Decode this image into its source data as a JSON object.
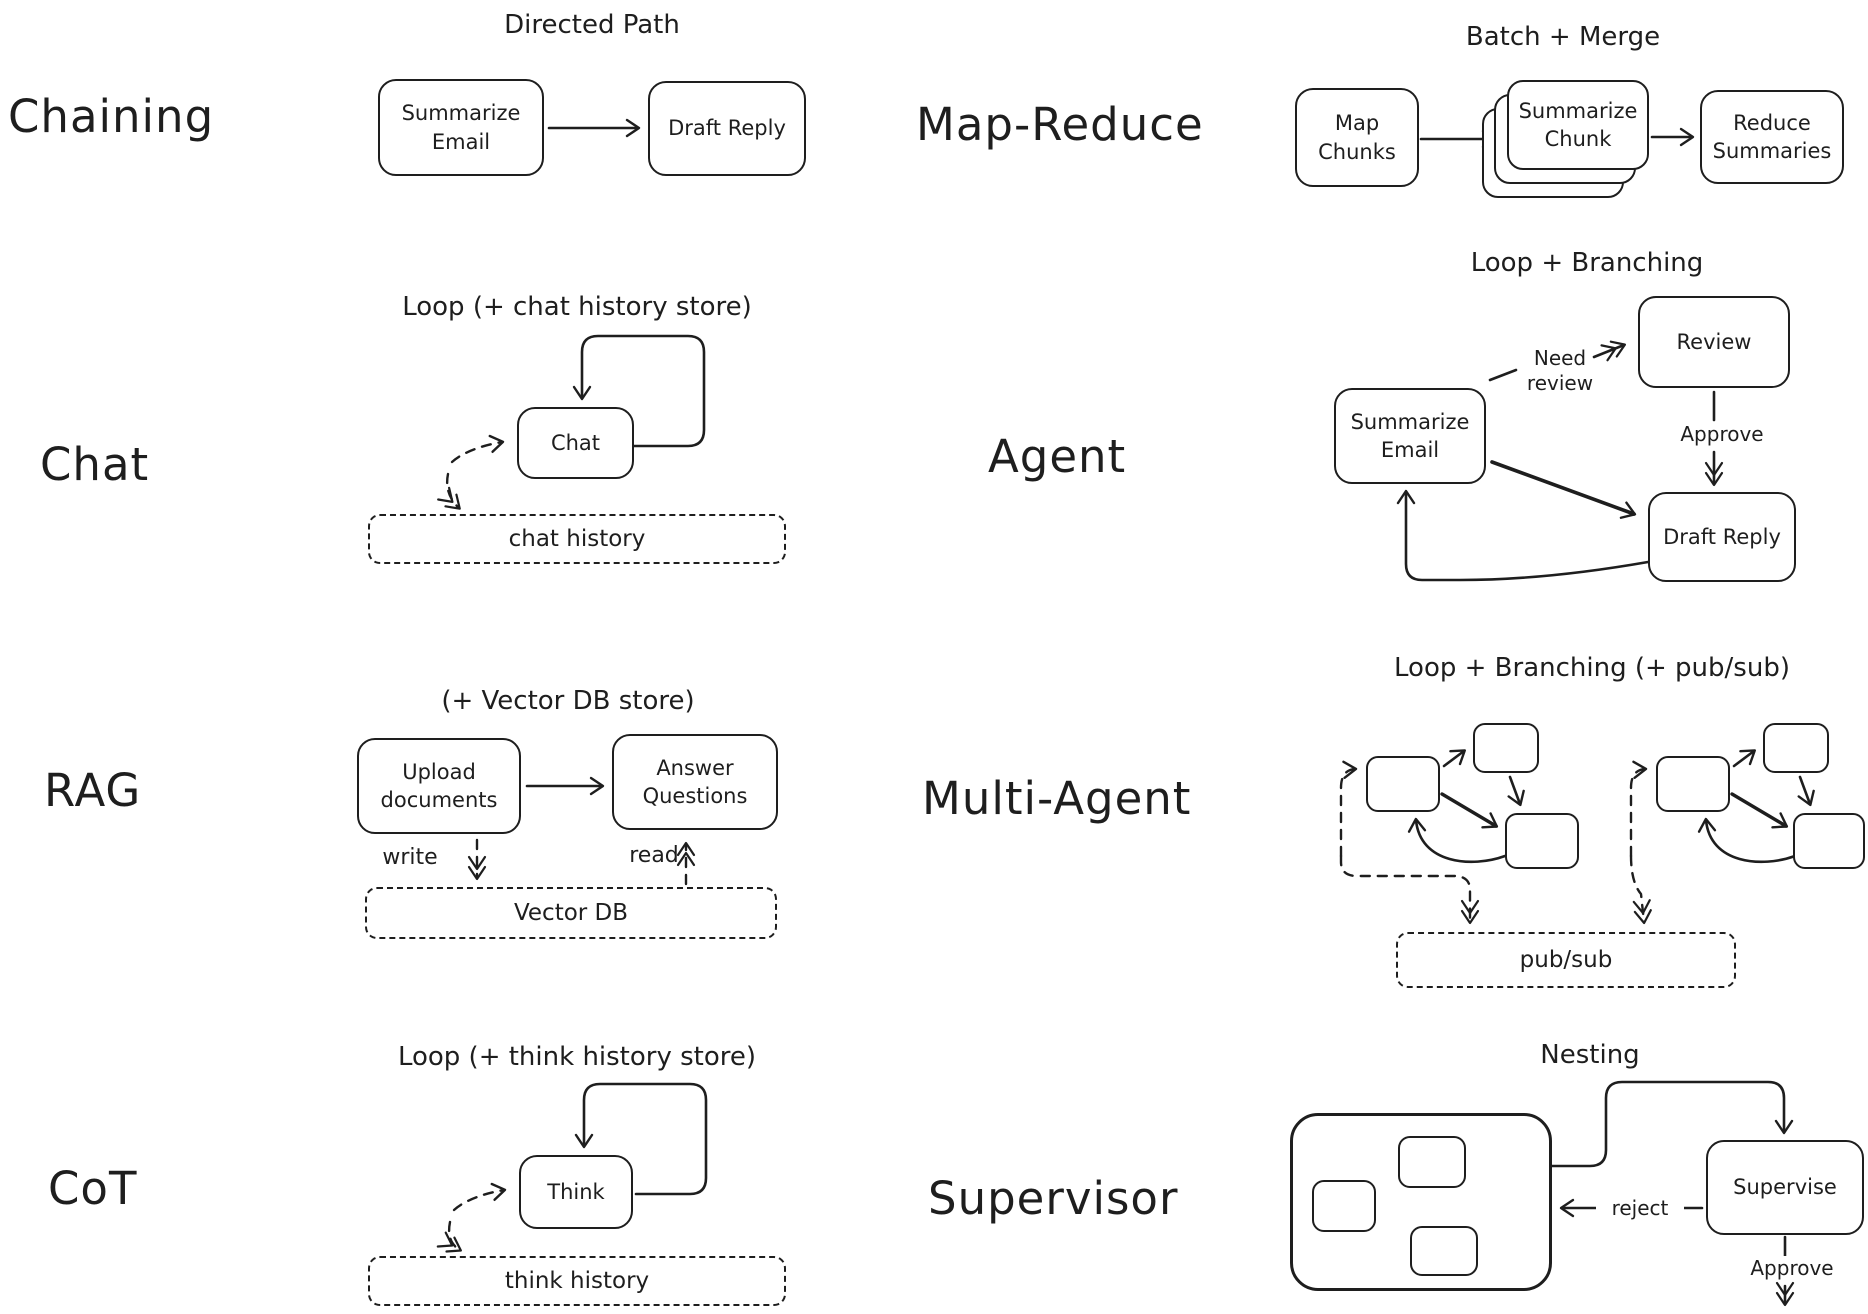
{
  "diagram": {
    "colors": {
      "ink": "#1e1e1e",
      "background": "#ffffff"
    },
    "sections": {
      "chaining": {
        "label": "Chaining",
        "title": "Directed Path",
        "nodes": {
          "summarize_email": "Summarize Email",
          "draft_reply": "Draft Reply"
        }
      },
      "map_reduce": {
        "label": "Map-Reduce",
        "title": "Batch + Merge",
        "nodes": {
          "map_chunks": "Map Chunks",
          "summarize_chunk": "Summarize Chunk",
          "reduce_summaries": "Reduce Summaries"
        }
      },
      "chat": {
        "label": "Chat",
        "title": "Loop (+ chat history store)",
        "node": "Chat",
        "store": "chat history"
      },
      "agent": {
        "label": "Agent",
        "title": "Loop + Branching",
        "nodes": {
          "summarize_email": "Summarize Email",
          "review": "Review",
          "draft_reply": "Draft Reply"
        },
        "edges": {
          "need_review": "Need review",
          "approve": "Approve"
        }
      },
      "rag": {
        "label": "RAG",
        "title": "(+ Vector DB store)",
        "nodes": {
          "upload_documents": "Upload documents",
          "answer_questions": "Answer Questions"
        },
        "edges": {
          "write": "write",
          "read": "read"
        },
        "store": "Vector DB"
      },
      "multi_agent": {
        "label": "Multi-Agent",
        "title": "Loop + Branching (+ pub/sub)",
        "store": "pub/sub"
      },
      "cot": {
        "label": "CoT",
        "title": "Loop (+ think history store)",
        "node": "Think",
        "store": "think history"
      },
      "supervisor": {
        "label": "Supervisor",
        "title": "Nesting",
        "node": "Supervise",
        "edges": {
          "reject": "reject",
          "approve": "Approve"
        }
      }
    }
  }
}
